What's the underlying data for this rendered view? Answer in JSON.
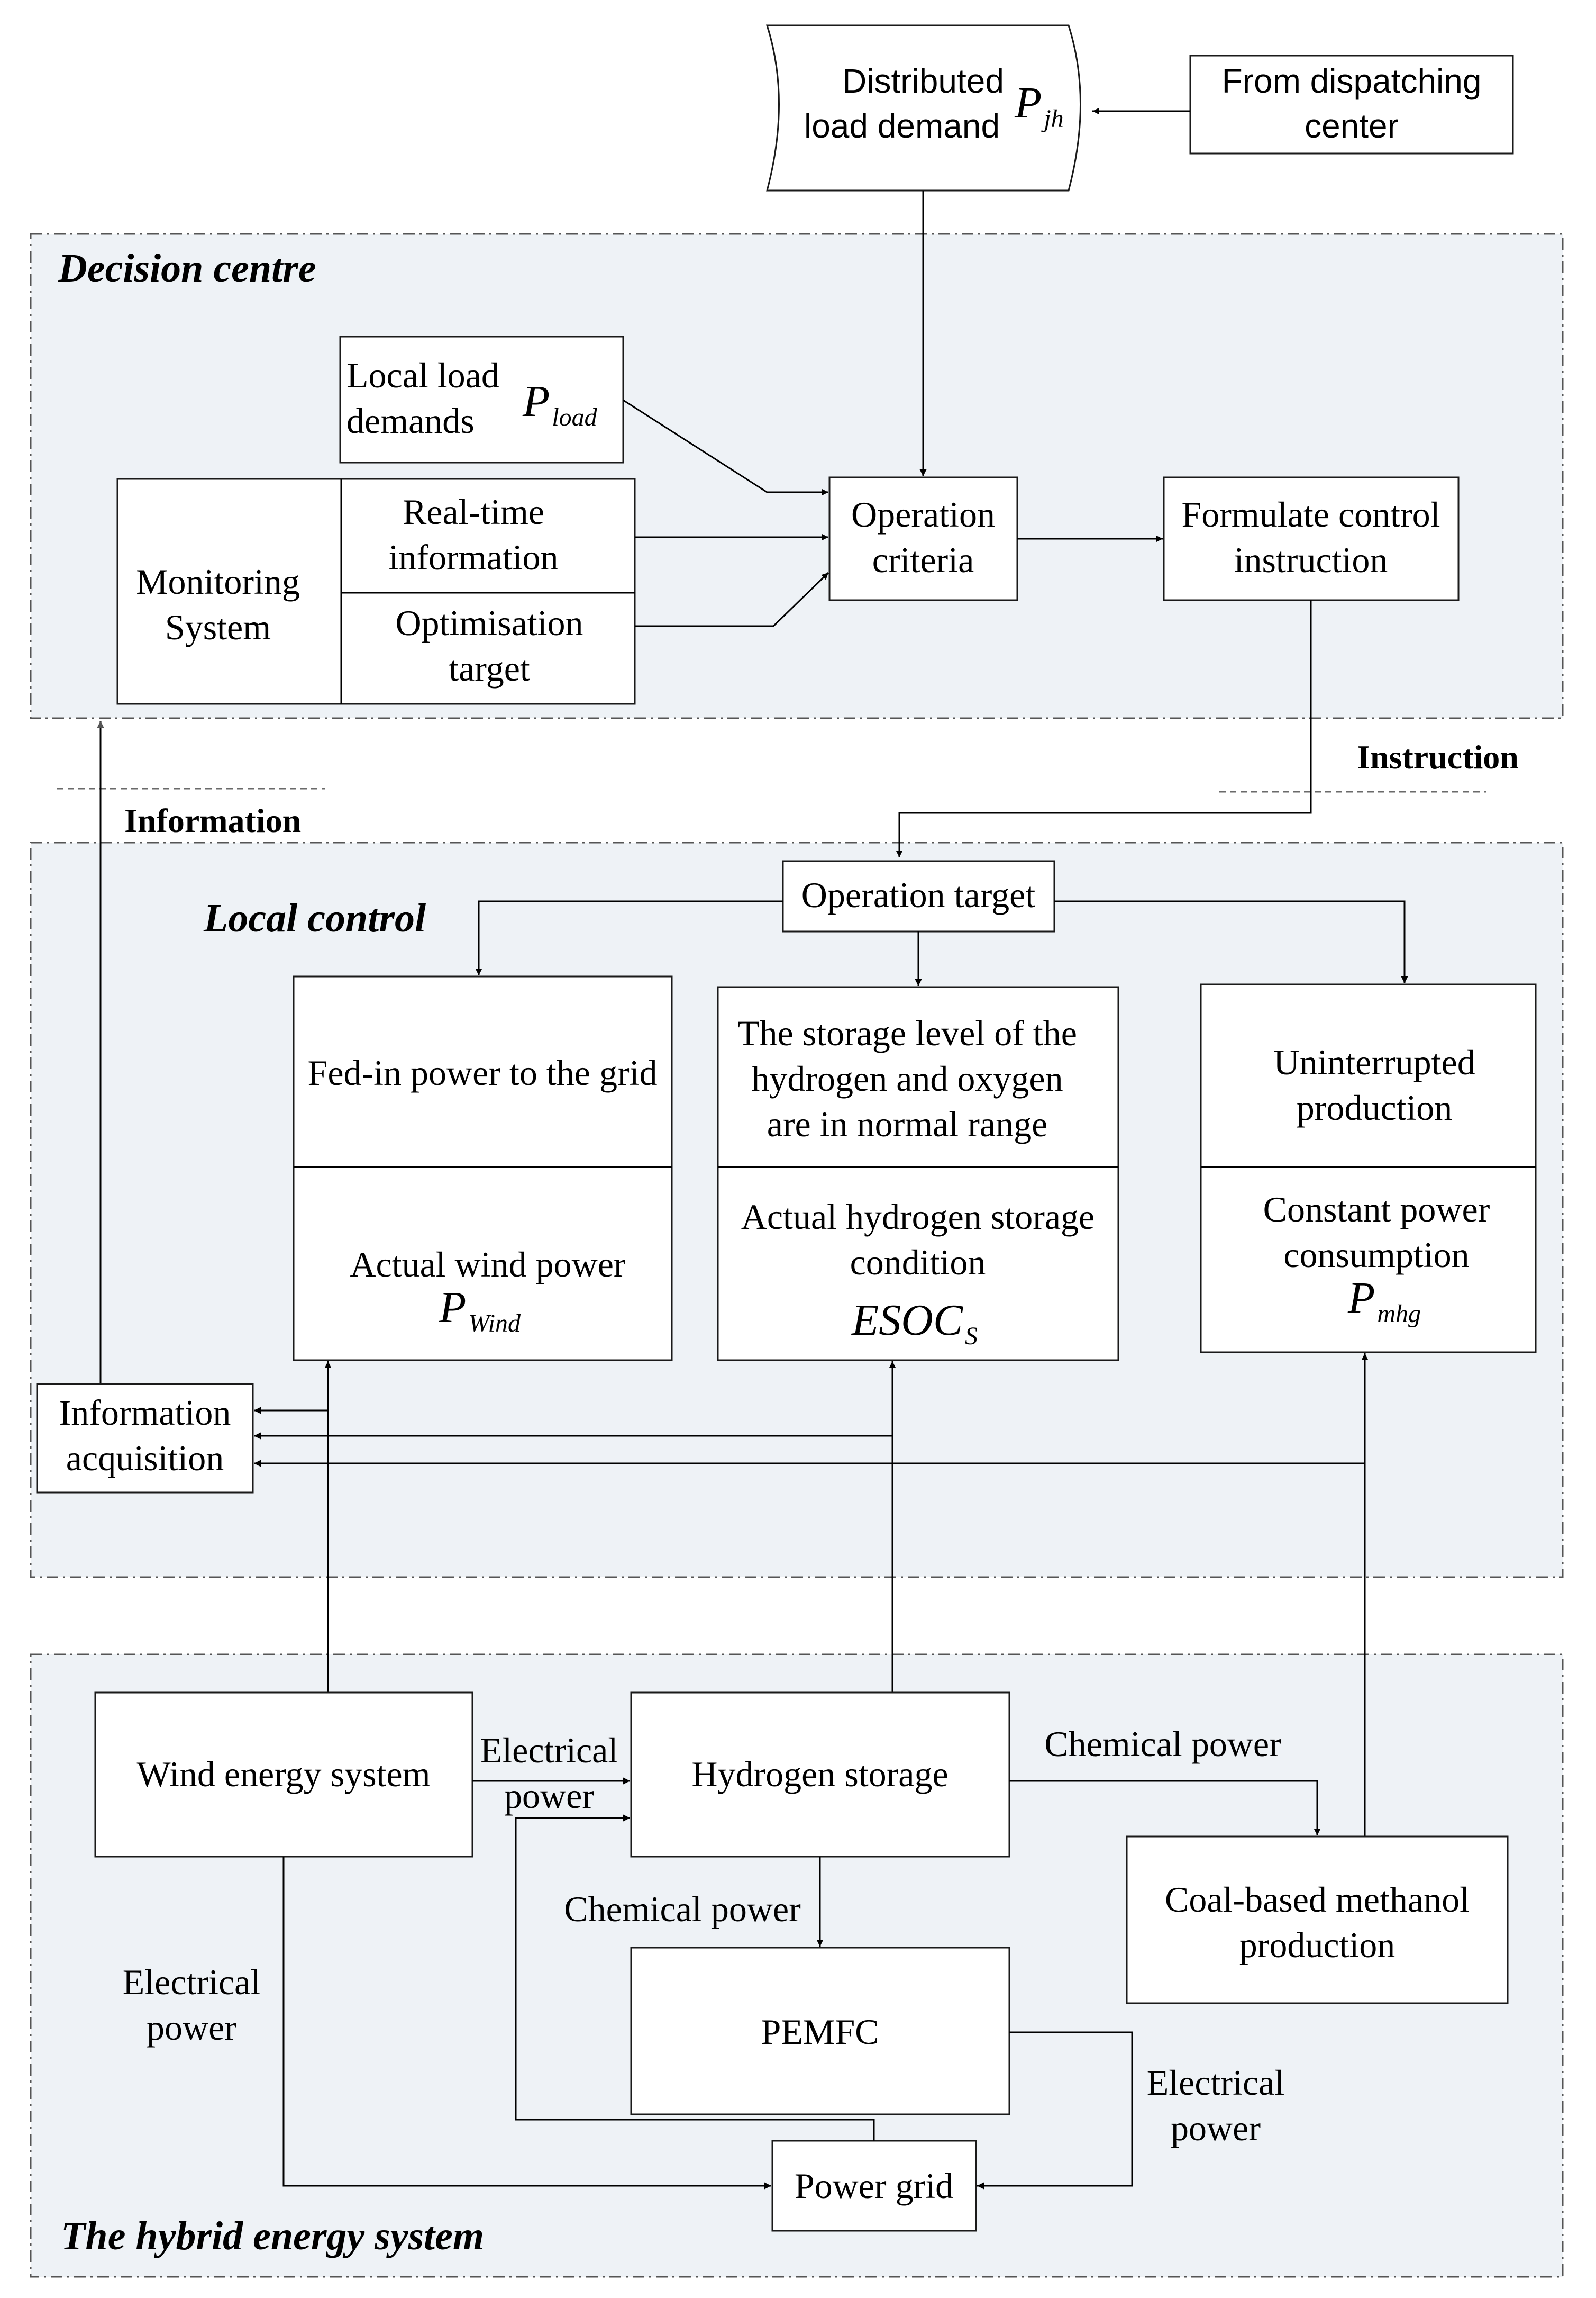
{
  "external": {
    "dispatch": [
      "From dispatching",
      "center"
    ],
    "demand": [
      "Distributed",
      "load demand"
    ],
    "demand_symbol": {
      "main": "P",
      "sub": "jh"
    }
  },
  "decision": {
    "title": "Decision centre",
    "local_load": [
      "Local load",
      "demands"
    ],
    "local_load_symbol": {
      "main": "P",
      "sub": "load"
    },
    "monitoring": [
      "Monitoring",
      "System"
    ],
    "realtime": [
      "Real-time",
      "information"
    ],
    "optimisation": [
      "Optimisation",
      "target"
    ],
    "criteria": [
      "Operation",
      "criteria"
    ],
    "formulate": [
      "Formulate control",
      "instruction"
    ]
  },
  "links": {
    "instruction": "Instruction",
    "information": "Information"
  },
  "local": {
    "title": "Local control",
    "target": "Operation target",
    "fedin": "Fed-in power to the grid",
    "actual_wind": "Actual wind power",
    "wind_symbol": {
      "main": "P",
      "sub": "Wind"
    },
    "storage_level": [
      "The storage level of the",
      "hydrogen and oxygen",
      "are in normal range"
    ],
    "actual_hydrogen": [
      "Actual hydrogen storage",
      "condition"
    ],
    "esoc_symbol": {
      "main": "ESOC",
      "sub": "S"
    },
    "uninterrupted": [
      "Uninterrupted",
      "production"
    ],
    "constant": [
      "Constant power",
      "consumption"
    ],
    "mhg_symbol": {
      "main": "P",
      "sub": "mhg"
    },
    "acquisition": [
      "Information",
      "acquisition"
    ]
  },
  "hybrid": {
    "title": "The hybrid energy system",
    "wind": "Wind energy system",
    "hydrogen": "Hydrogen storage",
    "methanol": [
      "Coal-based methanol",
      "production"
    ],
    "pemfc": "PEMFC",
    "grid": "Power grid",
    "elec_power_top": [
      "Electrical",
      "power"
    ],
    "chem_power_right": "Chemical power",
    "chem_power_down": "Chemical power",
    "elec_power_left": [
      "Electrical",
      "power"
    ],
    "elec_power_right": [
      "Electrical",
      "power"
    ]
  }
}
